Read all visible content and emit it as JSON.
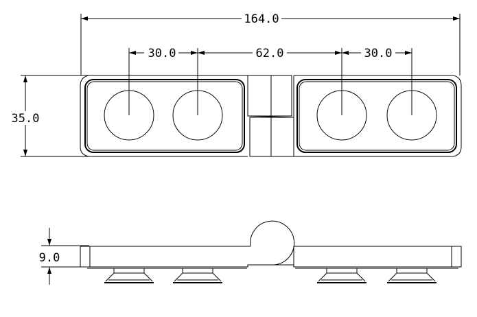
{
  "drawing": {
    "top_view": {
      "overall_length": "164.0",
      "cup_spacing_left": "30.0",
      "center_spacing": "62.0",
      "cup_spacing_right": "30.0",
      "width": "35.0"
    },
    "side_view": {
      "thickness": "9.0"
    },
    "line_color": "#000000"
  }
}
